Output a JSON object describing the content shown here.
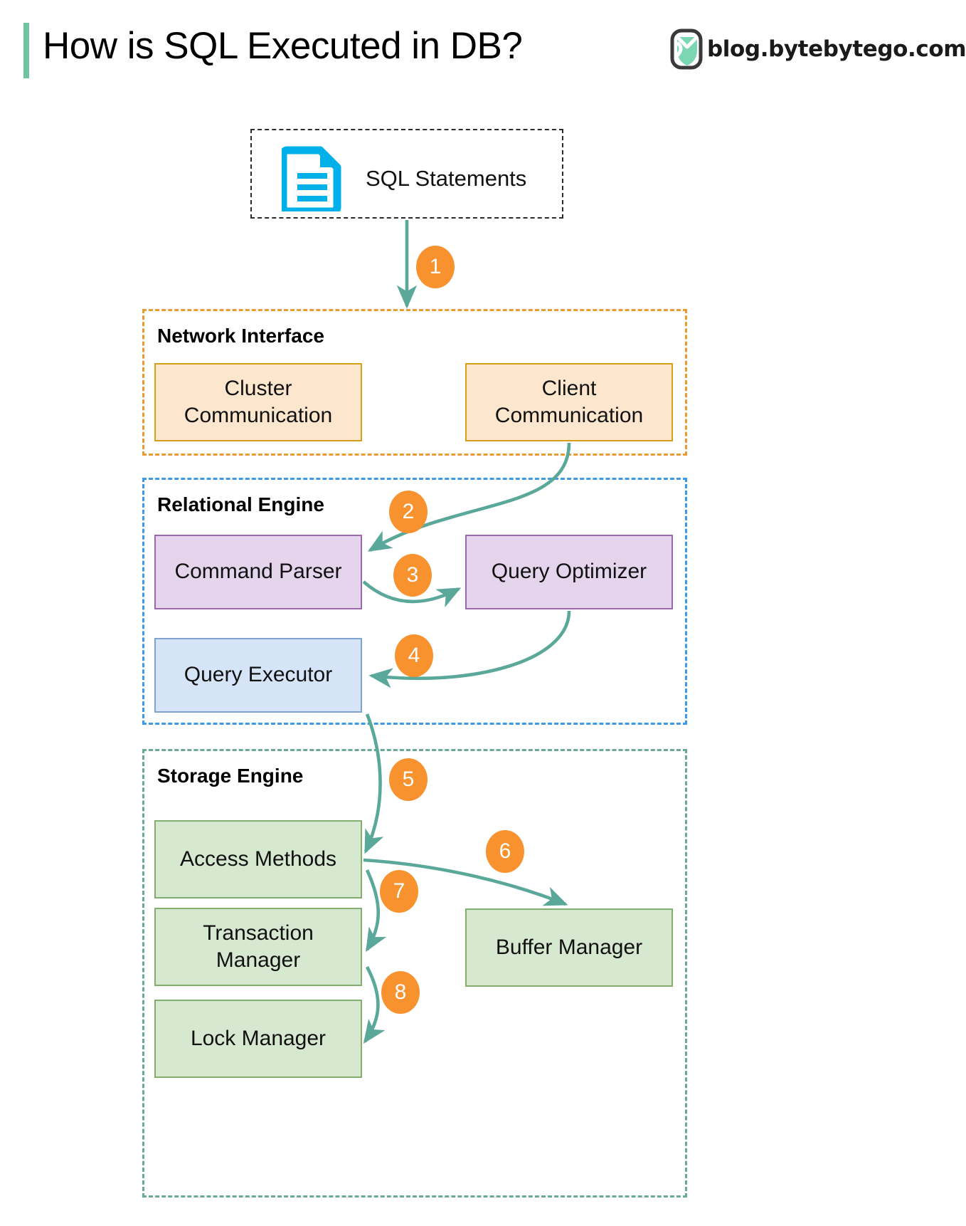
{
  "header": {
    "title": "How is SQL Executed in DB?",
    "brand_text": "blog.bytebytego.com",
    "accent_color": "#6ec4a0"
  },
  "source": {
    "label": "SQL Statements",
    "icon": "document-icon",
    "icon_color": "#00b0e8"
  },
  "groups": [
    {
      "id": "network",
      "label": "Network Interface",
      "border_color": "#e89b32",
      "nodes": [
        {
          "id": "cluster-communication",
          "label": "Cluster\nCommunication",
          "fill": "#fce6cd",
          "stroke": "#d4a017"
        },
        {
          "id": "client-communication",
          "label": "Client\nCommunication",
          "fill": "#fce6cd",
          "stroke": "#d4a017"
        }
      ]
    },
    {
      "id": "relational",
      "label": "Relational Engine",
      "border_color": "#3d9ae8",
      "nodes": [
        {
          "id": "command-parser",
          "label": "Command Parser",
          "fill": "#e4d4ec",
          "stroke": "#9a6aad"
        },
        {
          "id": "query-optimizer",
          "label": "Query Optimizer",
          "fill": "#e4d4ec",
          "stroke": "#9a6aad"
        },
        {
          "id": "query-executor",
          "label": "Query Executor",
          "fill": "#d6e4f7",
          "stroke": "#7fa3cc"
        }
      ]
    },
    {
      "id": "storage",
      "label": "Storage Engine",
      "border_color": "#6aa898",
      "nodes": [
        {
          "id": "access-methods",
          "label": "Access Methods",
          "fill": "#d7e8d0",
          "stroke": "#84ad70"
        },
        {
          "id": "buffer-manager",
          "label": "Buffer Manager",
          "fill": "#d7e8d0",
          "stroke": "#84ad70"
        },
        {
          "id": "transaction-manager",
          "label": "Transaction\nManager",
          "fill": "#d7e8d0",
          "stroke": "#84ad70"
        },
        {
          "id": "lock-manager",
          "label": "Lock Manager",
          "fill": "#d7e8d0",
          "stroke": "#84ad70"
        }
      ]
    }
  ],
  "nodes": {
    "cluster_communication": "Cluster\nCommunication",
    "client_communication": "Client\nCommunication",
    "command_parser": "Command Parser",
    "query_optimizer": "Query Optimizer",
    "query_executor": "Query Executor",
    "access_methods": "Access Methods",
    "buffer_manager": "Buffer Manager",
    "transaction_manager": "Transaction\nManager",
    "lock_manager": "Lock Manager"
  },
  "group_labels": {
    "network": "Network Interface",
    "relational": "Relational Engine",
    "storage": "Storage Engine"
  },
  "steps": [
    {
      "n": "1",
      "from": "SQL Statements",
      "to": "Network Interface"
    },
    {
      "n": "2",
      "from": "Client Communication",
      "to": "Command Parser"
    },
    {
      "n": "3",
      "from": "Command Parser",
      "to": "Query Optimizer"
    },
    {
      "n": "4",
      "from": "Query Optimizer",
      "to": "Query Executor"
    },
    {
      "n": "5",
      "from": "Query Executor",
      "to": "Access Methods"
    },
    {
      "n": "6",
      "from": "Access Methods",
      "to": "Buffer Manager"
    },
    {
      "n": "7",
      "from": "Access Methods",
      "to": "Transaction Manager"
    },
    {
      "n": "8",
      "from": "Transaction Manager",
      "to": "Lock Manager"
    }
  ],
  "step_labels": {
    "s1": "1",
    "s2": "2",
    "s3": "3",
    "s4": "4",
    "s5": "5",
    "s6": "6",
    "s7": "7",
    "s8": "8"
  },
  "colors": {
    "arrow": "#5aa89a",
    "badge": "#f7922e",
    "badge_text": "#ffffff"
  }
}
